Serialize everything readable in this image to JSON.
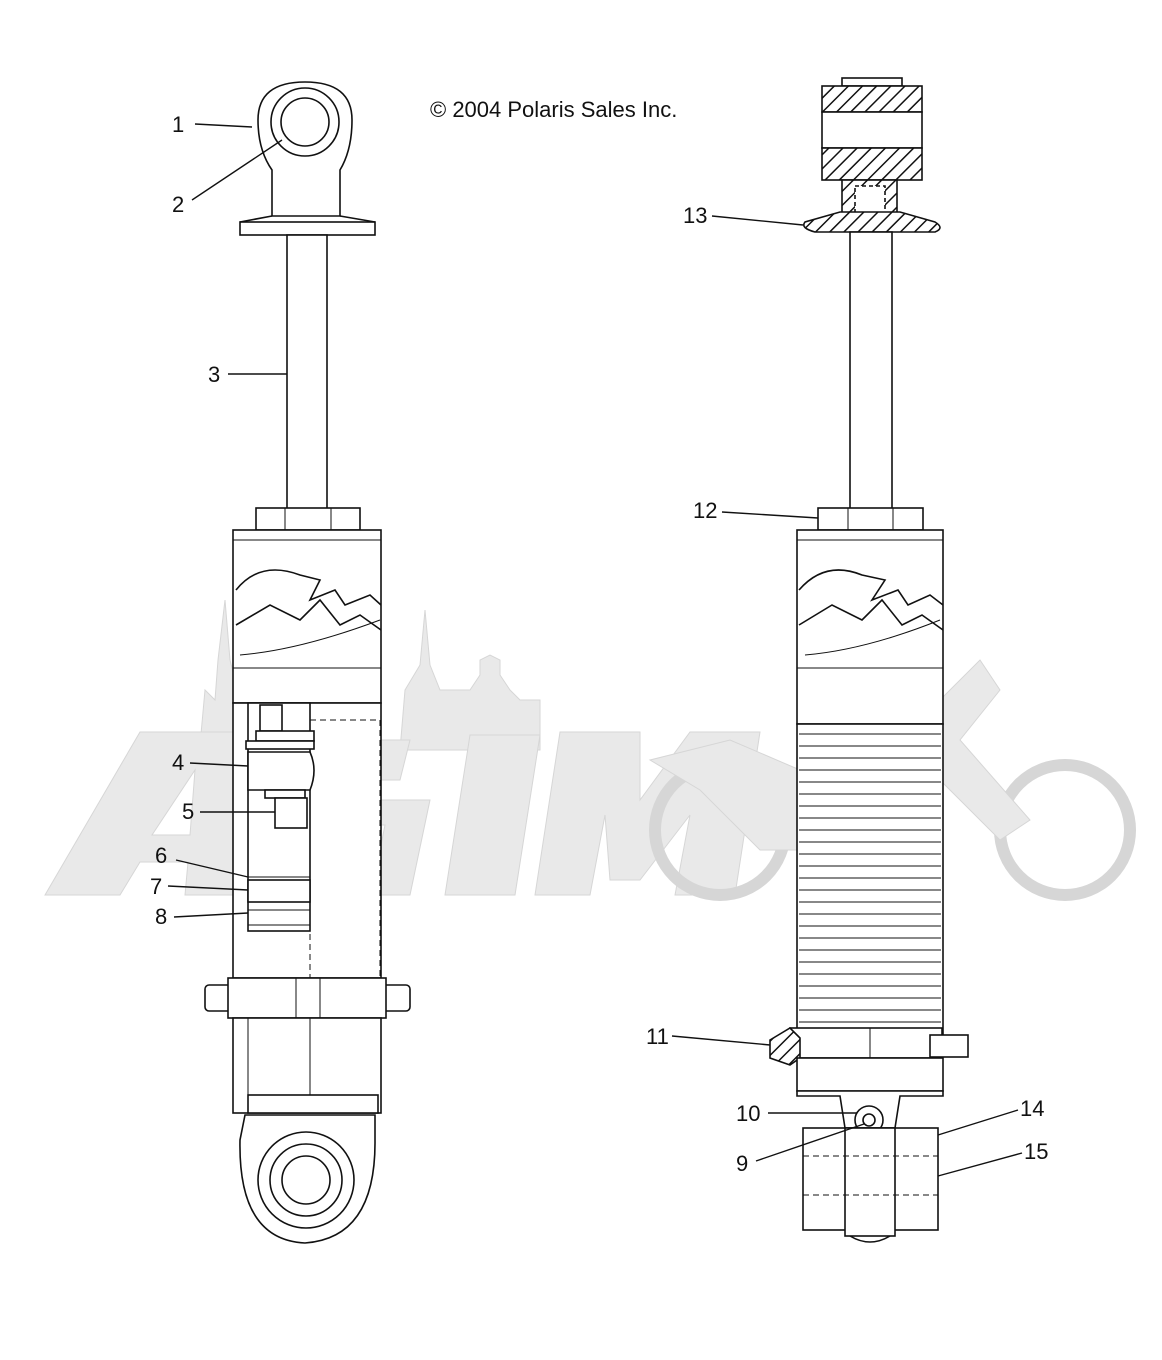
{
  "copyright": "© 2004 Polaris Sales Inc.",
  "callouts": [
    {
      "id": "1",
      "label": "1"
    },
    {
      "id": "2",
      "label": "2"
    },
    {
      "id": "3",
      "label": "3"
    },
    {
      "id": "4",
      "label": "4"
    },
    {
      "id": "5",
      "label": "5"
    },
    {
      "id": "6",
      "label": "6"
    },
    {
      "id": "7",
      "label": "7"
    },
    {
      "id": "8",
      "label": "8"
    },
    {
      "id": "9",
      "label": "9"
    },
    {
      "id": "10",
      "label": "10"
    },
    {
      "id": "11",
      "label": "11"
    },
    {
      "id": "12",
      "label": "12"
    },
    {
      "id": "13",
      "label": "13"
    },
    {
      "id": "14",
      "label": "14"
    },
    {
      "id": "15",
      "label": "15"
    }
  ],
  "watermark_icon": "motorcycle-watermark-icon"
}
